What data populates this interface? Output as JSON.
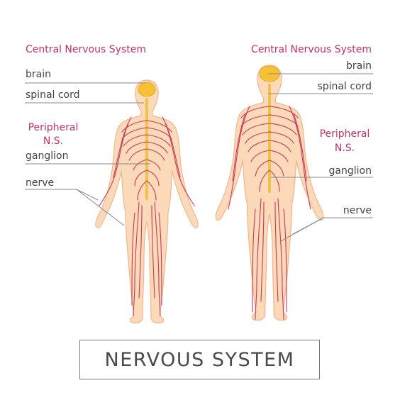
{
  "title": "NERVOUS  SYSTEM",
  "left_labels": {
    "cns": "Central Nervous  System",
    "brain": "brain",
    "spinal_cord": "spinal cord",
    "peripheral_line1": "Peripheral",
    "peripheral_line2": "N.S.",
    "ganglion": "ganglion",
    "nerve": "nerve"
  },
  "right_labels": {
    "cns": "Central Nervous  System",
    "brain": "brain",
    "spinal_cord": "spinal cord",
    "peripheral_line1": "Peripheral",
    "peripheral_line2": "N.S.",
    "ganglion": "ganglion",
    "nerve": "nerve"
  },
  "colors": {
    "skin": "#fbd9b9",
    "skin_outline": "#f2b78f",
    "nerve": "#c83a5a",
    "brain": "#f6c233",
    "spine": "#f1c24a",
    "label_pink": "#c5306a",
    "label_gray": "#444444",
    "leader_line": "#8a8a8a"
  }
}
